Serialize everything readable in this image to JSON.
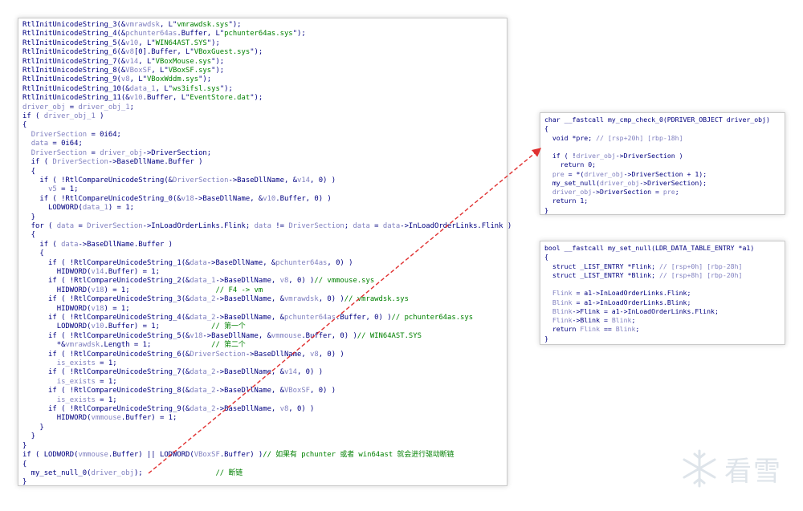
{
  "main_code": [
    [
      {
        "t": "RtlInitUnicodeString_3(&",
        "c": "k"
      },
      {
        "t": "vmrawdsk",
        "c": "v"
      },
      {
        "t": ", L\"",
        "c": "k"
      },
      {
        "t": "vmrawdsk.sys",
        "c": "s"
      },
      {
        "t": "\");",
        "c": "k"
      }
    ],
    [
      {
        "t": "RtlInitUnicodeString_4(&",
        "c": "k"
      },
      {
        "t": "pchunter64as",
        "c": "v"
      },
      {
        "t": ".Buffer, L\"",
        "c": "k"
      },
      {
        "t": "pchunter64as.sys",
        "c": "s"
      },
      {
        "t": "\");",
        "c": "k"
      }
    ],
    [
      {
        "t": "RtlInitUnicodeString_5(&",
        "c": "k"
      },
      {
        "t": "v10",
        "c": "v"
      },
      {
        "t": ", L\"",
        "c": "k"
      },
      {
        "t": "WIN64AST.SYS",
        "c": "s"
      },
      {
        "t": "\");",
        "c": "k"
      }
    ],
    [
      {
        "t": "RtlInitUnicodeString_6(&",
        "c": "k"
      },
      {
        "t": "v8",
        "c": "v"
      },
      {
        "t": "[0].Buffer, L\"",
        "c": "k"
      },
      {
        "t": "VBoxGuest.sys",
        "c": "s"
      },
      {
        "t": "\");",
        "c": "k"
      }
    ],
    [
      {
        "t": "RtlInitUnicodeString_7(&",
        "c": "k"
      },
      {
        "t": "v14",
        "c": "v"
      },
      {
        "t": ", L\"",
        "c": "k"
      },
      {
        "t": "VBoxMouse.sys",
        "c": "s"
      },
      {
        "t": "\");",
        "c": "k"
      }
    ],
    [
      {
        "t": "RtlInitUnicodeString_8(&",
        "c": "k"
      },
      {
        "t": "VBoxSF",
        "c": "v"
      },
      {
        "t": ", L\"",
        "c": "k"
      },
      {
        "t": "VBoxSF.sys",
        "c": "s"
      },
      {
        "t": "\");",
        "c": "k"
      }
    ],
    [
      {
        "t": "RtlInitUnicodeString_9(",
        "c": "k"
      },
      {
        "t": "v8",
        "c": "v"
      },
      {
        "t": ", L\"",
        "c": "k"
      },
      {
        "t": "VBoxWddm.sys",
        "c": "s"
      },
      {
        "t": "\");",
        "c": "k"
      }
    ],
    [
      {
        "t": "RtlInitUnicodeString_10(&",
        "c": "k"
      },
      {
        "t": "data_1",
        "c": "v"
      },
      {
        "t": ", L\"",
        "c": "k"
      },
      {
        "t": "ws3ifsl.sys",
        "c": "s"
      },
      {
        "t": "\");",
        "c": "k"
      }
    ],
    [
      {
        "t": "RtlInitUnicodeString_11(&",
        "c": "k"
      },
      {
        "t": "v10",
        "c": "v"
      },
      {
        "t": ".Buffer, L\"",
        "c": "k"
      },
      {
        "t": "EventStore.dat",
        "c": "s"
      },
      {
        "t": "\");",
        "c": "k"
      }
    ],
    [
      {
        "t": "driver_obj",
        "c": "v"
      },
      {
        "t": " = ",
        "c": "k"
      },
      {
        "t": "driver_obj_1",
        "c": "v"
      },
      {
        "t": ";",
        "c": "k"
      }
    ],
    [
      {
        "t": "if ( ",
        "c": "k"
      },
      {
        "t": "driver_obj_1",
        "c": "v"
      },
      {
        "t": " )",
        "c": "k"
      }
    ],
    [
      {
        "t": "{",
        "c": "k"
      }
    ],
    [
      {
        "t": "  ",
        "c": "k"
      },
      {
        "t": "DriverSection",
        "c": "v"
      },
      {
        "t": " = 0i64;",
        "c": "k"
      }
    ],
    [
      {
        "t": "  ",
        "c": "k"
      },
      {
        "t": "data",
        "c": "v"
      },
      {
        "t": " = 0i64;",
        "c": "k"
      }
    ],
    [
      {
        "t": "  ",
        "c": "k"
      },
      {
        "t": "DriverSection",
        "c": "v"
      },
      {
        "t": " = ",
        "c": "k"
      },
      {
        "t": "driver_obj",
        "c": "v"
      },
      {
        "t": "->DriverSection;",
        "c": "k"
      }
    ],
    [
      {
        "t": "  if ( ",
        "c": "k"
      },
      {
        "t": "DriverSection",
        "c": "v"
      },
      {
        "t": "->BaseDllName.Buffer )",
        "c": "k"
      }
    ],
    [
      {
        "t": "  {",
        "c": "k"
      }
    ],
    [
      {
        "t": "    if ( !RtlCompareUnicodeString(&",
        "c": "k"
      },
      {
        "t": "DriverSection",
        "c": "v"
      },
      {
        "t": "->BaseDllName, &",
        "c": "k"
      },
      {
        "t": "v14",
        "c": "v"
      },
      {
        "t": ", 0) )",
        "c": "k"
      }
    ],
    [
      {
        "t": "      ",
        "c": "k"
      },
      {
        "t": "v5",
        "c": "v"
      },
      {
        "t": " = 1;",
        "c": "k"
      }
    ],
    [
      {
        "t": "    if ( !RtlCompareUnicodeString_0(&",
        "c": "k"
      },
      {
        "t": "v18",
        "c": "v"
      },
      {
        "t": "->BaseDllName, &",
        "c": "k"
      },
      {
        "t": "v10",
        "c": "v"
      },
      {
        "t": ".Buffer, 0) )",
        "c": "k"
      }
    ],
    [
      {
        "t": "      LODWORD(",
        "c": "k"
      },
      {
        "t": "data_1",
        "c": "v"
      },
      {
        "t": ") = 1;",
        "c": "k"
      }
    ],
    [
      {
        "t": "  }",
        "c": "k"
      }
    ],
    [
      {
        "t": "  for ( ",
        "c": "k"
      },
      {
        "t": "data",
        "c": "v"
      },
      {
        "t": " = ",
        "c": "k"
      },
      {
        "t": "DriverSection",
        "c": "v"
      },
      {
        "t": "->InLoadOrderLinks.Flink; ",
        "c": "k"
      },
      {
        "t": "data",
        "c": "v"
      },
      {
        "t": " != ",
        "c": "k"
      },
      {
        "t": "DriverSection",
        "c": "v"
      },
      {
        "t": "; ",
        "c": "k"
      },
      {
        "t": "data",
        "c": "v"
      },
      {
        "t": " = ",
        "c": "k"
      },
      {
        "t": "data",
        "c": "v"
      },
      {
        "t": "->InLoadOrderLinks.Flink )",
        "c": "k"
      }
    ],
    [
      {
        "t": "  {",
        "c": "k"
      }
    ],
    [
      {
        "t": "    if ( ",
        "c": "k"
      },
      {
        "t": "data",
        "c": "v"
      },
      {
        "t": "->BaseDllName.Buffer )",
        "c": "k"
      }
    ],
    [
      {
        "t": "    {",
        "c": "k"
      }
    ],
    [
      {
        "t": "      if ( !RtlCompareUnicodeString_1(&",
        "c": "k"
      },
      {
        "t": "data",
        "c": "v"
      },
      {
        "t": "->BaseDllName, &",
        "c": "k"
      },
      {
        "t": "pchunter64as",
        "c": "v"
      },
      {
        "t": ", 0) )",
        "c": "k"
      }
    ],
    [
      {
        "t": "        HIDWORD(",
        "c": "k"
      },
      {
        "t": "v14",
        "c": "v"
      },
      {
        "t": ".Buffer) = 1;",
        "c": "k"
      }
    ],
    [
      {
        "t": "      if ( !RtlCompareUnicodeString_2(&",
        "c": "k"
      },
      {
        "t": "data_1",
        "c": "v"
      },
      {
        "t": "->BaseDllName, ",
        "c": "k"
      },
      {
        "t": "v8",
        "c": "v"
      },
      {
        "t": ", 0) )",
        "c": "k"
      },
      {
        "t": "// vmmouse.sys",
        "c": "c"
      }
    ],
    [
      {
        "t": "        HIDWORD(",
        "c": "k"
      },
      {
        "t": "v18",
        "c": "v"
      },
      {
        "t": ") = 1;",
        "c": "k"
      },
      {
        "t": "                    // F4 -> vm",
        "c": "c"
      }
    ],
    [
      {
        "t": "      if ( !RtlCompareUnicodeString_3(&",
        "c": "k"
      },
      {
        "t": "data_2",
        "c": "v"
      },
      {
        "t": "->BaseDllName, &",
        "c": "k"
      },
      {
        "t": "vmrawdsk",
        "c": "v"
      },
      {
        "t": ", 0) )",
        "c": "k"
      },
      {
        "t": "// vmrawdsk.sys",
        "c": "c"
      }
    ],
    [
      {
        "t": "        HIDWORD(",
        "c": "k"
      },
      {
        "t": "v18",
        "c": "v"
      },
      {
        "t": ") = 1;",
        "c": "k"
      }
    ],
    [
      {
        "t": "      if ( !RtlCompareUnicodeString_4(&",
        "c": "k"
      },
      {
        "t": "data_2",
        "c": "v"
      },
      {
        "t": "->BaseDllName, &",
        "c": "k"
      },
      {
        "t": "pchunter64as",
        "c": "v"
      },
      {
        "t": ".Buffer, 0) )",
        "c": "k"
      },
      {
        "t": "// pchunter64as.sys",
        "c": "c"
      }
    ],
    [
      {
        "t": "        LODWORD(",
        "c": "k"
      },
      {
        "t": "v10",
        "c": "v"
      },
      {
        "t": ".Buffer) = 1;",
        "c": "k"
      },
      {
        "t": "            // 第一个",
        "c": "c"
      }
    ],
    [
      {
        "t": "      if ( !RtlCompareUnicodeString_5(&",
        "c": "k"
      },
      {
        "t": "v18",
        "c": "v"
      },
      {
        "t": "->BaseDllName, &",
        "c": "k"
      },
      {
        "t": "vmmouse",
        "c": "v"
      },
      {
        "t": ".Buffer, 0) )",
        "c": "k"
      },
      {
        "t": "// WIN64AST.SYS",
        "c": "c"
      }
    ],
    [
      {
        "t": "        *&",
        "c": "k"
      },
      {
        "t": "vmrawdsk",
        "c": "v"
      },
      {
        "t": ".Length = 1;",
        "c": "k"
      },
      {
        "t": "              // 第二个",
        "c": "c"
      }
    ],
    [
      {
        "t": "      if ( !RtlCompareUnicodeString_6(&",
        "c": "k"
      },
      {
        "t": "DriverSection",
        "c": "v"
      },
      {
        "t": "->BaseDllName, ",
        "c": "k"
      },
      {
        "t": "v8",
        "c": "v"
      },
      {
        "t": ", 0) )",
        "c": "k"
      }
    ],
    [
      {
        "t": "        ",
        "c": "k"
      },
      {
        "t": "is_exists",
        "c": "v"
      },
      {
        "t": " = 1;",
        "c": "k"
      }
    ],
    [
      {
        "t": "      if ( !RtlCompareUnicodeString_7(&",
        "c": "k"
      },
      {
        "t": "data_2",
        "c": "v"
      },
      {
        "t": "->BaseDllName, &",
        "c": "k"
      },
      {
        "t": "v14",
        "c": "v"
      },
      {
        "t": ", 0) )",
        "c": "k"
      }
    ],
    [
      {
        "t": "        ",
        "c": "k"
      },
      {
        "t": "is_exists",
        "c": "v"
      },
      {
        "t": " = 1;",
        "c": "k"
      }
    ],
    [
      {
        "t": "      if ( !RtlCompareUnicodeString_8(&",
        "c": "k"
      },
      {
        "t": "data_2",
        "c": "v"
      },
      {
        "t": "->BaseDllName, &",
        "c": "k"
      },
      {
        "t": "VBoxSF",
        "c": "v"
      },
      {
        "t": ", 0) )",
        "c": "k"
      }
    ],
    [
      {
        "t": "        ",
        "c": "k"
      },
      {
        "t": "is_exists",
        "c": "v"
      },
      {
        "t": " = 1;",
        "c": "k"
      }
    ],
    [
      {
        "t": "      if ( !RtlCompareUnicodeString_9(&",
        "c": "k"
      },
      {
        "t": "data_2",
        "c": "v"
      },
      {
        "t": "->BaseDllName, ",
        "c": "k"
      },
      {
        "t": "v8",
        "c": "v"
      },
      {
        "t": ", 0) )",
        "c": "k"
      }
    ],
    [
      {
        "t": "        HIDWORD(",
        "c": "k"
      },
      {
        "t": "vmmouse",
        "c": "v"
      },
      {
        "t": ".Buffer) = 1;",
        "c": "k"
      }
    ],
    [
      {
        "t": "    }",
        "c": "k"
      }
    ],
    [
      {
        "t": "  }",
        "c": "k"
      }
    ],
    [
      {
        "t": "}",
        "c": "k"
      }
    ],
    [
      {
        "t": "if ( LODWORD(",
        "c": "k"
      },
      {
        "t": "vmmouse",
        "c": "v"
      },
      {
        "t": ".Buffer) || LODWORD(",
        "c": "k"
      },
      {
        "t": "VBoxSF",
        "c": "v"
      },
      {
        "t": ".Buffer) )",
        "c": "k"
      },
      {
        "t": "// 如果有 pchunter 或者 win64ast 就会进行驱动断链",
        "c": "c"
      }
    ],
    [
      {
        "t": "{",
        "c": "k"
      }
    ],
    [
      {
        "t": "  my_set_null_0(",
        "c": "k"
      },
      {
        "t": "driver_obj",
        "c": "v"
      },
      {
        "t": ");",
        "c": "k"
      },
      {
        "t": "                 // 断链",
        "c": "c"
      }
    ],
    [
      {
        "t": "}",
        "c": "k"
      }
    ]
  ],
  "cmp_code": [
    [
      {
        "t": "char __fastcall my_cmp_check_0(PDRIVER_OBJECT driver_obj)",
        "c": "k"
      }
    ],
    [
      {
        "t": "{",
        "c": "k"
      }
    ],
    [
      {
        "t": "  void *pre; ",
        "c": "k"
      },
      {
        "t": "// [rsp+20h] [rbp-18h]",
        "c": "v"
      }
    ],
    [
      {
        "t": "",
        "c": "k"
      }
    ],
    [
      {
        "t": "  if ( !",
        "c": "k"
      },
      {
        "t": "driver_obj",
        "c": "v"
      },
      {
        "t": "->DriverSection )",
        "c": "k"
      }
    ],
    [
      {
        "t": "    return 0;",
        "c": "k"
      }
    ],
    [
      {
        "t": "  ",
        "c": "k"
      },
      {
        "t": "pre",
        "c": "v"
      },
      {
        "t": " = *(",
        "c": "k"
      },
      {
        "t": "driver_obj",
        "c": "v"
      },
      {
        "t": "->DriverSection + 1);",
        "c": "k"
      }
    ],
    [
      {
        "t": "  my_set_null(",
        "c": "k"
      },
      {
        "t": "driver_obj",
        "c": "v"
      },
      {
        "t": "->DriverSection);",
        "c": "k"
      }
    ],
    [
      {
        "t": "  ",
        "c": "k"
      },
      {
        "t": "driver_obj",
        "c": "v"
      },
      {
        "t": "->DriverSection = ",
        "c": "k"
      },
      {
        "t": "pre",
        "c": "v"
      },
      {
        "t": ";",
        "c": "k"
      }
    ],
    [
      {
        "t": "  return 1;",
        "c": "k"
      }
    ],
    [
      {
        "t": "}",
        "c": "k"
      }
    ]
  ],
  "null_code": [
    [
      {
        "t": "bool __fastcall my_set_null(LDR_DATA_TABLE_ENTRY *a1)",
        "c": "k"
      }
    ],
    [
      {
        "t": "{",
        "c": "k"
      }
    ],
    [
      {
        "t": "  struct _LIST_ENTRY *Flink; ",
        "c": "k"
      },
      {
        "t": "// [rsp+0h] [rbp-28h]",
        "c": "v"
      }
    ],
    [
      {
        "t": "  struct _LIST_ENTRY *Blink; ",
        "c": "k"
      },
      {
        "t": "// [rsp+8h] [rbp-20h]",
        "c": "v"
      }
    ],
    [
      {
        "t": "",
        "c": "k"
      }
    ],
    [
      {
        "t": "  ",
        "c": "k"
      },
      {
        "t": "Flink",
        "c": "v"
      },
      {
        "t": " = a1->InLoadOrderLinks.Flink;",
        "c": "k"
      }
    ],
    [
      {
        "t": "  ",
        "c": "k"
      },
      {
        "t": "Blink",
        "c": "v"
      },
      {
        "t": " = a1->InLoadOrderLinks.Blink;",
        "c": "k"
      }
    ],
    [
      {
        "t": "  ",
        "c": "k"
      },
      {
        "t": "Blink",
        "c": "v"
      },
      {
        "t": "->Flink = a1->InLoadOrderLinks.Flink;",
        "c": "k"
      }
    ],
    [
      {
        "t": "  ",
        "c": "k"
      },
      {
        "t": "Flink",
        "c": "v"
      },
      {
        "t": "->Blink = ",
        "c": "k"
      },
      {
        "t": "Blink",
        "c": "v"
      },
      {
        "t": ";",
        "c": "k"
      }
    ],
    [
      {
        "t": "  return ",
        "c": "k"
      },
      {
        "t": "Flink",
        "c": "v"
      },
      {
        "t": " == ",
        "c": "k"
      },
      {
        "t": "Blink",
        "c": "v"
      },
      {
        "t": ";",
        "c": "k"
      }
    ],
    [
      {
        "t": "}",
        "c": "k"
      }
    ]
  ],
  "watermark": {
    "text": "看雪",
    "icon": "snowflake-icon"
  },
  "colors": {
    "keyword": "#000080",
    "variable": "#8080c0",
    "string": "#008000",
    "comment": "#008000",
    "arrow": "#e03030"
  }
}
